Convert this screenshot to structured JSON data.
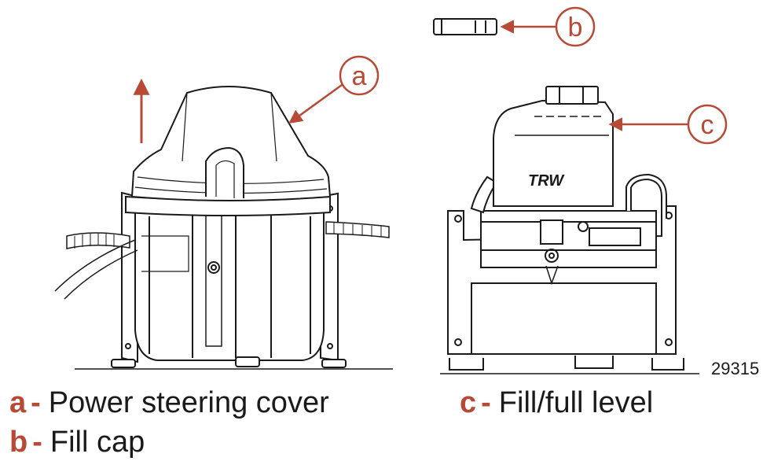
{
  "figure_number": "29315",
  "accent_color": "#b84a35",
  "callouts": {
    "a": "a",
    "b": "b",
    "c": "c"
  },
  "legend": [
    {
      "key": "a",
      "dash": "-",
      "text": "Power steering cover"
    },
    {
      "key": "b",
      "dash": "-",
      "text": "Fill cap"
    },
    {
      "key": "c",
      "dash": "-",
      "text": "Fill/full level"
    }
  ]
}
